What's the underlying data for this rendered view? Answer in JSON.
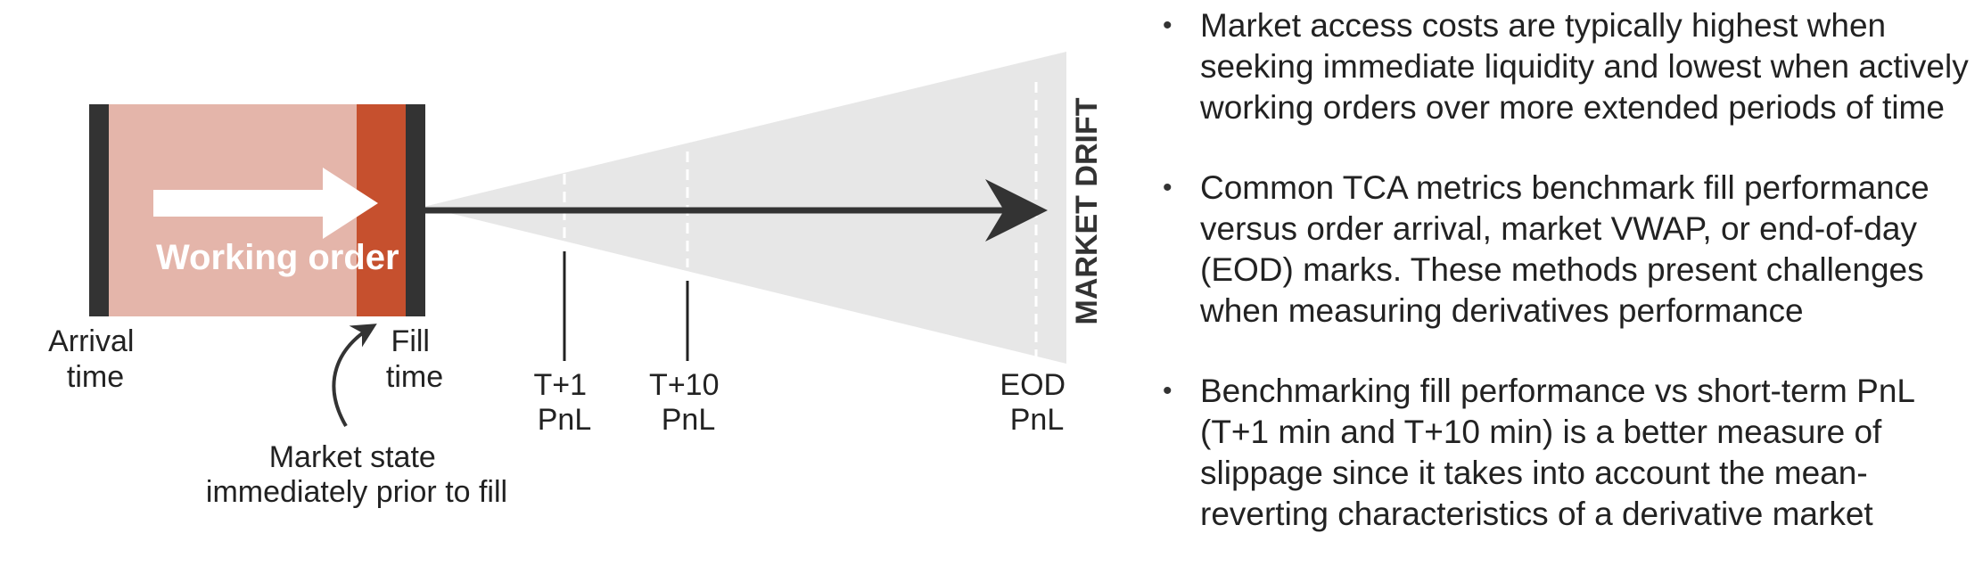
{
  "diagram": {
    "working_order_label": "Working order",
    "arrival_label": [
      "Arrival",
      "time"
    ],
    "fill_label": [
      "Fill",
      "time"
    ],
    "market_state_label": [
      "Market state",
      "immediately prior to fill"
    ],
    "t1_label": [
      "T+1",
      "PnL"
    ],
    "t10_label": [
      "T+10",
      "PnL"
    ],
    "eod_label": [
      "EOD",
      "PnL"
    ],
    "market_drift_label": "MARKET DRIFT",
    "colors": {
      "order_light": "#e4b5aa",
      "order_dark": "#c6502e",
      "bar": "#333333",
      "cone": "#e7e7e7",
      "arrow_white": "#ffffff"
    }
  },
  "bullets": [
    {
      "lines": [
        "Market access costs are typically highest when",
        "seeking immediate liquidity and lowest when actively",
        "working orders over more extended periods of time"
      ]
    },
    {
      "lines": [
        "Common TCA metrics benchmark fill performance",
        "versus order arrival, market VWAP, or end-of-day",
        "(EOD) marks.  These methods present challenges",
        "when measuring derivatives performance"
      ]
    },
    {
      "lines": [
        "Benchmarking fill performance vs short-term PnL",
        "(T+1 min and T+10 min) is a better measure of",
        "slippage since it takes into account the mean-",
        "reverting characteristics of a derivative market"
      ]
    }
  ]
}
